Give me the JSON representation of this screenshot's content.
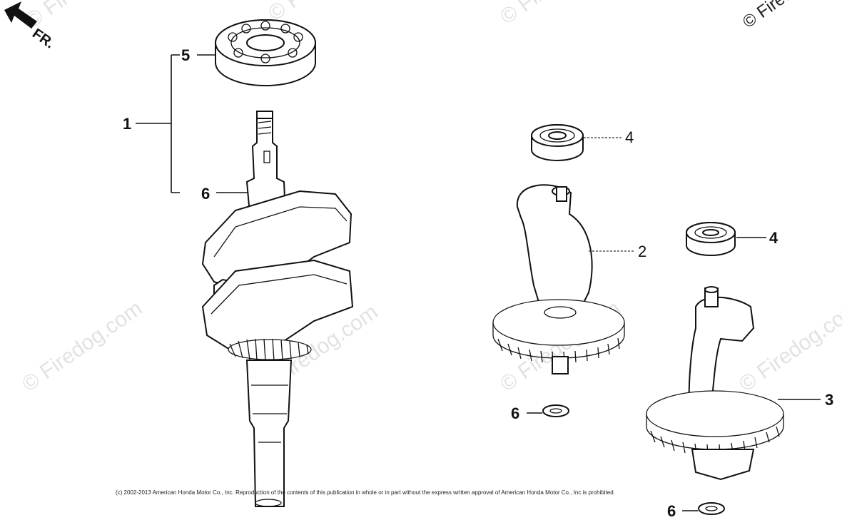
{
  "orientation_label": "FR.",
  "watermark": "© Firedog.com",
  "callouts": {
    "c1": "1",
    "c5": "5",
    "c6a": "6",
    "c4a": "4",
    "c2": "2",
    "c4b": "4",
    "c3": "3",
    "c6b": "6",
    "c6c": "6"
  },
  "copyright": "(c) 2002-2013 American Honda Motor Co., Inc. Reproduction of the contents of this publication in whole or in part without the express written approval of American Honda Motor Co., Inc is prohibited."
}
